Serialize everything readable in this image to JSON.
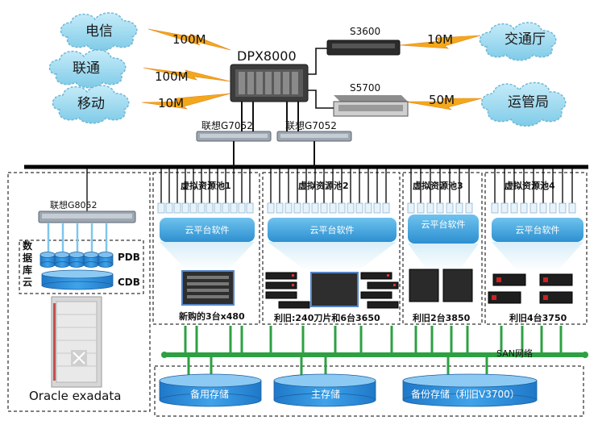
{
  "carriers": {
    "telecom": "电信",
    "unicom": "联通",
    "mobile": "移动",
    "transport": "交通厅",
    "ops": "运管局"
  },
  "links": {
    "telecom": "100M",
    "unicom": "100M",
    "mobile": "10M",
    "transport": "10M",
    "ops": "50M"
  },
  "devices": {
    "core": "DPX8000",
    "s3600": "S3600",
    "s5700": "S5700",
    "g7052_left": "联想G7052",
    "g7052_right": "联想G7052",
    "g8052": "联想G8052"
  },
  "pools": [
    {
      "title": "虚拟资源池1",
      "software": "云平台软件",
      "caption": "新购的3台x480"
    },
    {
      "title": "虚拟资源池2",
      "software": "云平台软件",
      "caption": "利旧:240刀片和6台3650"
    },
    {
      "title": "虚拟资源池3",
      "software": "云平台软件",
      "caption": "利旧2台3850"
    },
    {
      "title": "虚拟资源池4",
      "software": "云平台软件",
      "caption": "利旧4台3750"
    }
  ],
  "database": {
    "label": "数据库云",
    "pdb": "PDB",
    "cdb": "CDB",
    "exadata": "Oracle exadata"
  },
  "san": {
    "label": "SAN网络",
    "storage": [
      "备用存储",
      "主存储",
      "备份存储（利旧V3700）"
    ]
  }
}
